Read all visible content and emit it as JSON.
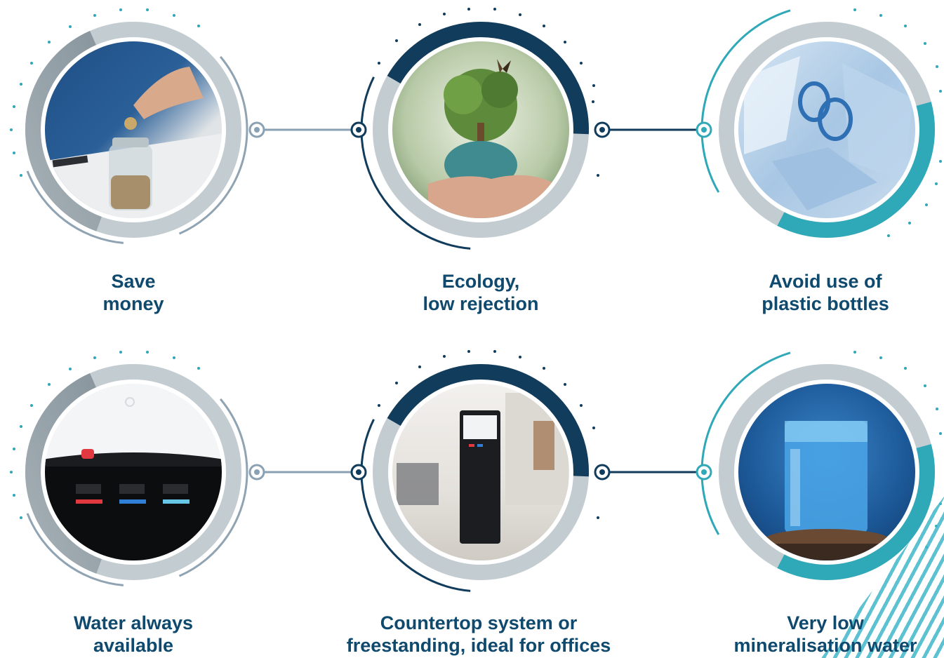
{
  "features": [
    {
      "lines": [
        "Save",
        "money"
      ],
      "photo": "coin-jar-photo",
      "accent": "#6f8fa8"
    },
    {
      "lines": [
        "Ecology,",
        "low rejection"
      ],
      "photo": "tree-in-hands-photo",
      "accent": "#113c5c"
    },
    {
      "lines": [
        "Avoid use of",
        "plastic bottles"
      ],
      "photo": "plastic-bottles-photo",
      "accent": "#2fa8b8"
    },
    {
      "lines": [
        "Water always",
        "available"
      ],
      "photo": "dispenser-buttons-photo",
      "accent": "#6f8fa8"
    },
    {
      "lines": [
        "Countertop system or",
        "freestanding, ideal for offices"
      ],
      "photo": "office-dispenser-photo",
      "accent": "#113c5c"
    },
    {
      "lines": [
        "Very low",
        "mineralisation water"
      ],
      "photo": "glass-of-water-photo",
      "accent": "#2fa8b8"
    }
  ],
  "colors": {
    "title_text": "#0f4a6e",
    "ring_gray": "#8c9aa3",
    "ring_gray_light": "#c3ccd1",
    "navy": "#113c5c",
    "teal": "#2fa8b8",
    "steel": "#6f8fa8"
  }
}
